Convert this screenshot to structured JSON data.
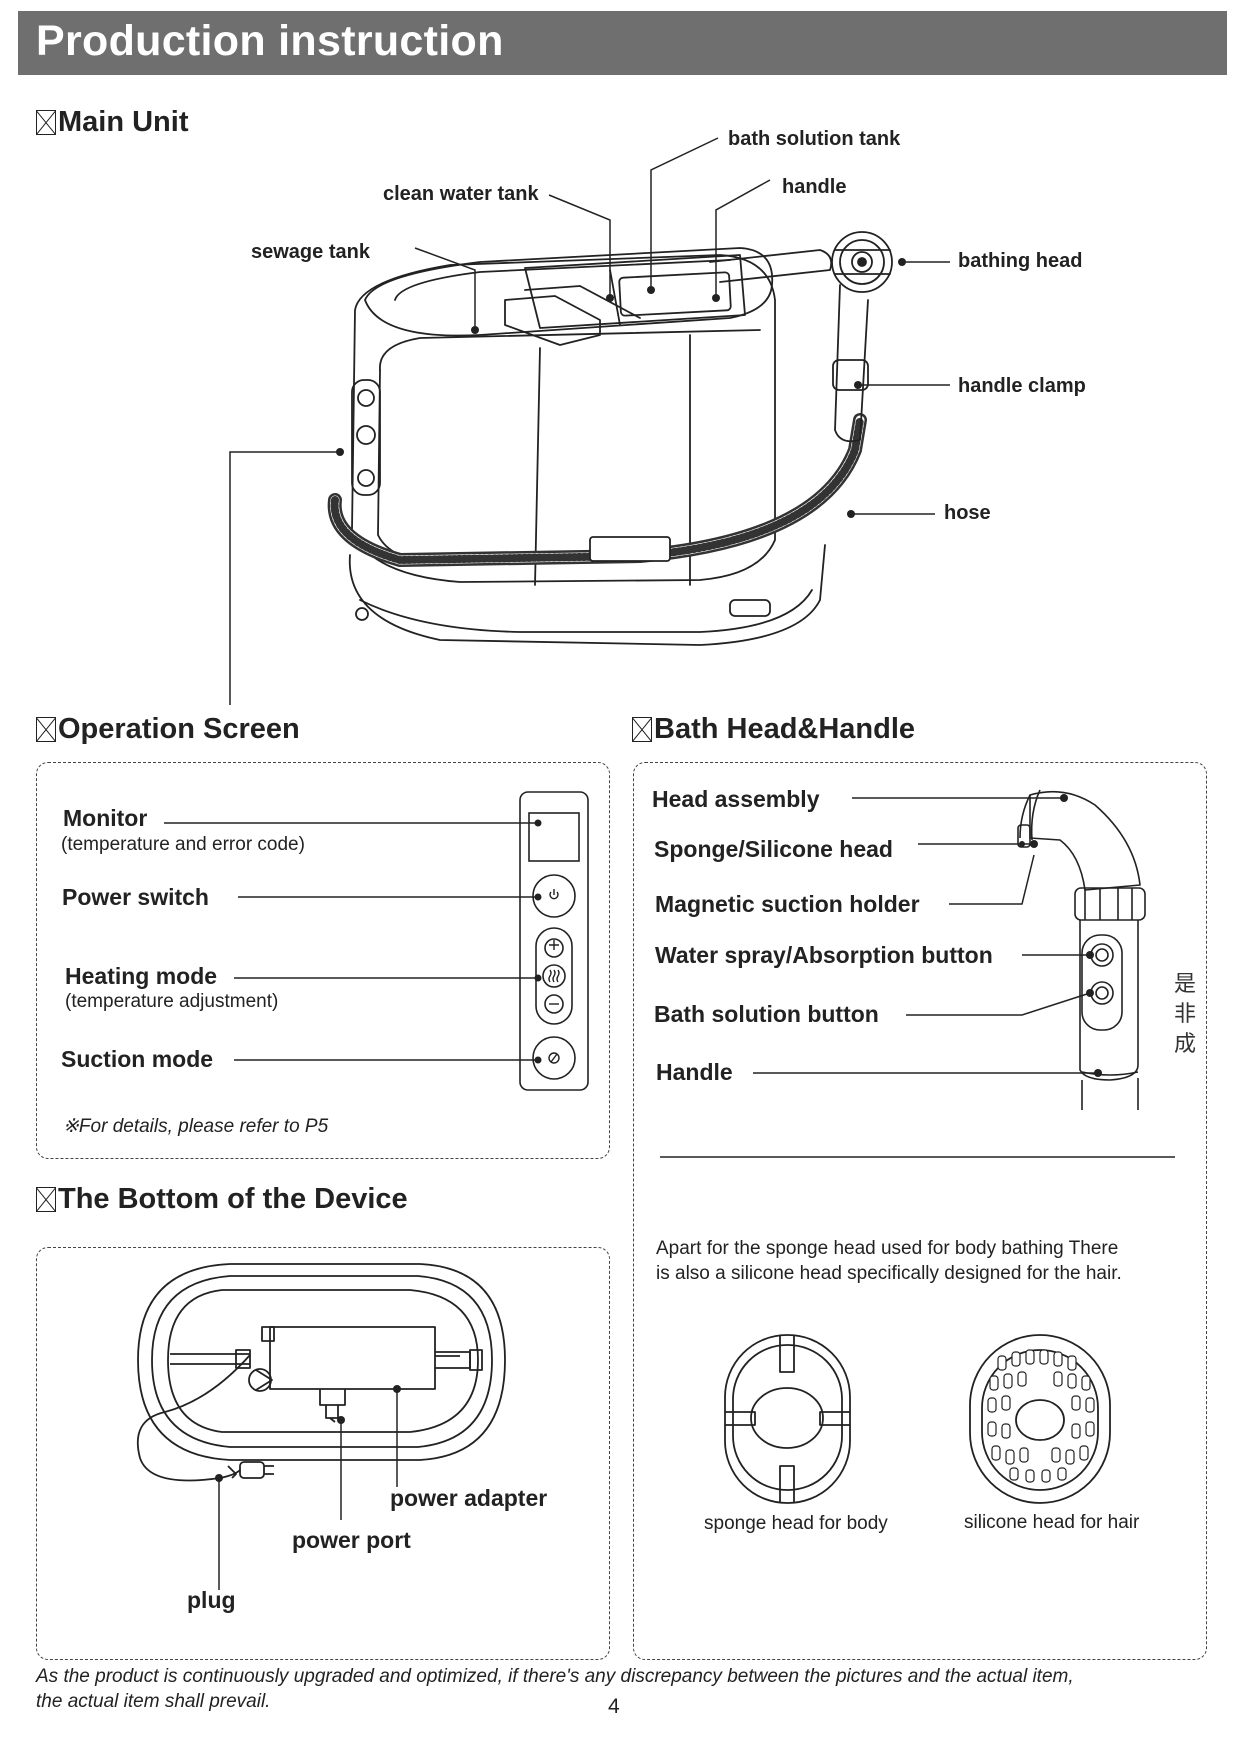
{
  "header": {
    "title": "Production instruction"
  },
  "main_unit": {
    "heading": "Main Unit",
    "labels": {
      "bath_solution_tank": "bath solution tank",
      "handle": "handle",
      "clean_water_tank": "clean water tank",
      "sewage_tank": "sewage tank",
      "bathing_head": "bathing head",
      "handle_clamp": "handle clamp",
      "hose": "hose"
    }
  },
  "operation_screen": {
    "heading": "Operation Screen",
    "monitor": "Monitor",
    "monitor_sub": "(temperature and error code)",
    "power_switch": "Power switch",
    "heating_mode": "Heating mode",
    "heating_sub": "(temperature adjustment)",
    "suction_mode": "Suction mode",
    "note": "※For details, please refer to P5",
    "icons": [
      "power-icon",
      "plus-icon",
      "heat-icon",
      "minus-icon",
      "suction-icon"
    ]
  },
  "bath_head": {
    "heading": "Bath Head&Handle",
    "labels": {
      "head_assembly": "Head assembly",
      "sponge_silicone_head": "Sponge/Silicone head",
      "magnetic_holder": "Magnetic suction holder",
      "water_spray_button": "Water spray/Absorption button",
      "bath_solution_button": "Bath solution button",
      "handle": "Handle"
    },
    "side_text": [
      "是",
      "非",
      "成"
    ],
    "description": "Apart for the sponge head used for body bathing There is also a silicone head specifically designed for the hair.",
    "sponge_caption": "sponge head for body",
    "silicone_caption": "silicone head for hair"
  },
  "bottom": {
    "heading": "The Bottom of the Device",
    "power_adapter": "power adapter",
    "power_port": "power port",
    "plug": "plug"
  },
  "footer": {
    "line1": "As the product is continuously upgraded and optimized, if there's any discrepancy between the pictures and the actual item,",
    "line2": "the actual item shall prevail.",
    "page_number": "4"
  }
}
